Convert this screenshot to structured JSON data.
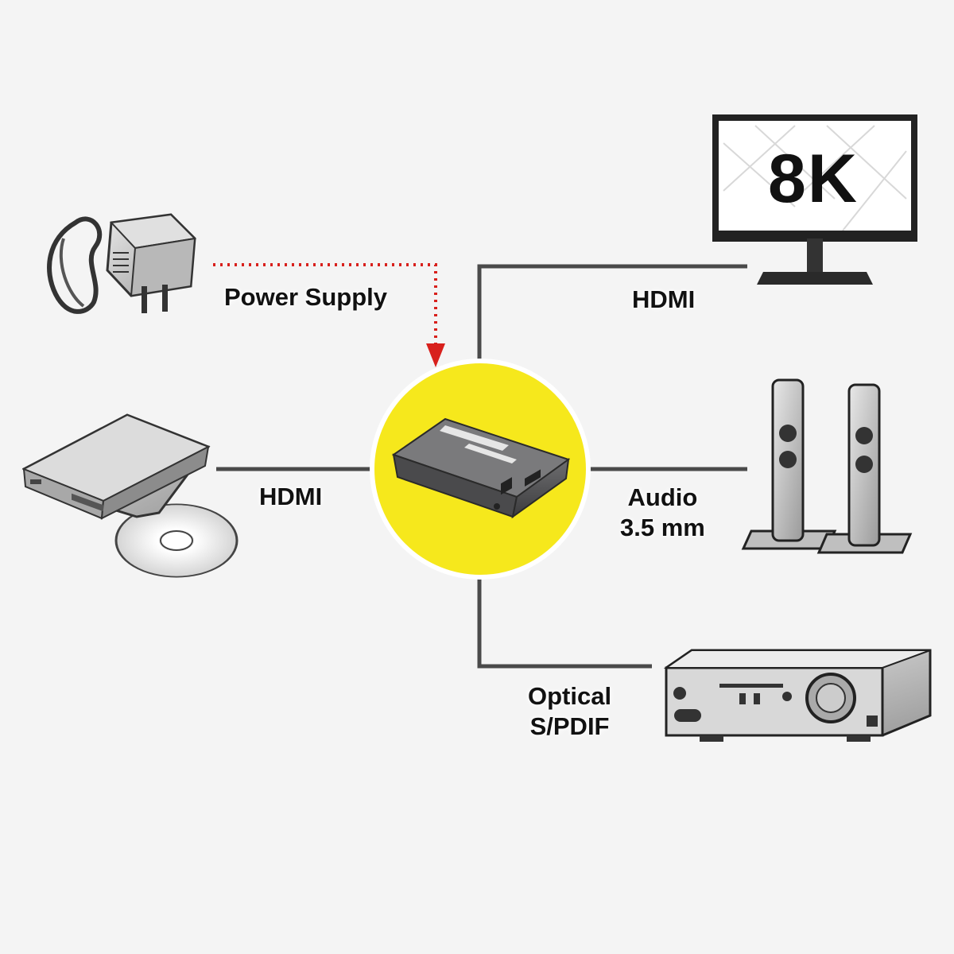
{
  "labels": {
    "power_supply": "Power Supply",
    "hdmi_input": "HDMI",
    "hdmi_output": "HDMI",
    "audio_line1": "Audio",
    "audio_line2": "3.5 mm",
    "optical_line1": "Optical",
    "optical_line2": "S/PDIF"
  },
  "monitor": {
    "screen_text": "8K"
  },
  "colors": {
    "background": "#f4f4f4",
    "highlight_circle": "#f6e81c",
    "connection_line": "#4a4a4a",
    "power_line": "#d8201c",
    "device_body": "#5a5a5c",
    "text": "#111111"
  },
  "icons": {
    "power_adapter": "power-adapter-icon",
    "blu_ray_player": "disc-player-icon",
    "converter": "hdmi-audio-extractor-icon",
    "monitor": "monitor-icon",
    "speakers": "speakers-icon",
    "receiver": "av-receiver-icon"
  }
}
